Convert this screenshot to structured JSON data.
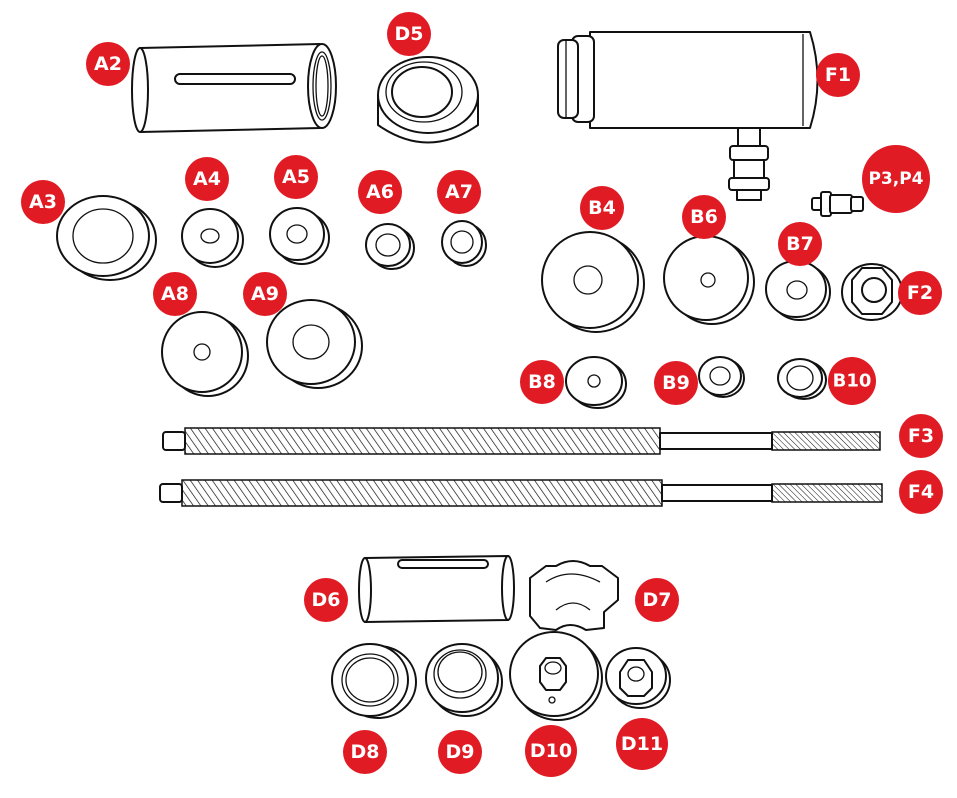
{
  "colors": {
    "badge": "#e01b24",
    "badge_text": "#ffffff",
    "line": "#111111",
    "background": "#ffffff"
  },
  "labels": {
    "A2": "A2",
    "A3": "A3",
    "A4": "A4",
    "A5": "A5",
    "A6": "A6",
    "A7": "A7",
    "A8": "A8",
    "A9": "A9",
    "D5": "D5",
    "D6": "D6",
    "D7": "D7",
    "D8": "D8",
    "D9": "D9",
    "D10": "D10",
    "D11": "D11",
    "F1": "F1",
    "F2": "F2",
    "F3": "F3",
    "F4": "F4",
    "P3P4": "P3,P4",
    "B4": "B4",
    "B6": "B6",
    "B7": "B7",
    "B8": "B8",
    "B9": "B9",
    "B10": "B10"
  }
}
